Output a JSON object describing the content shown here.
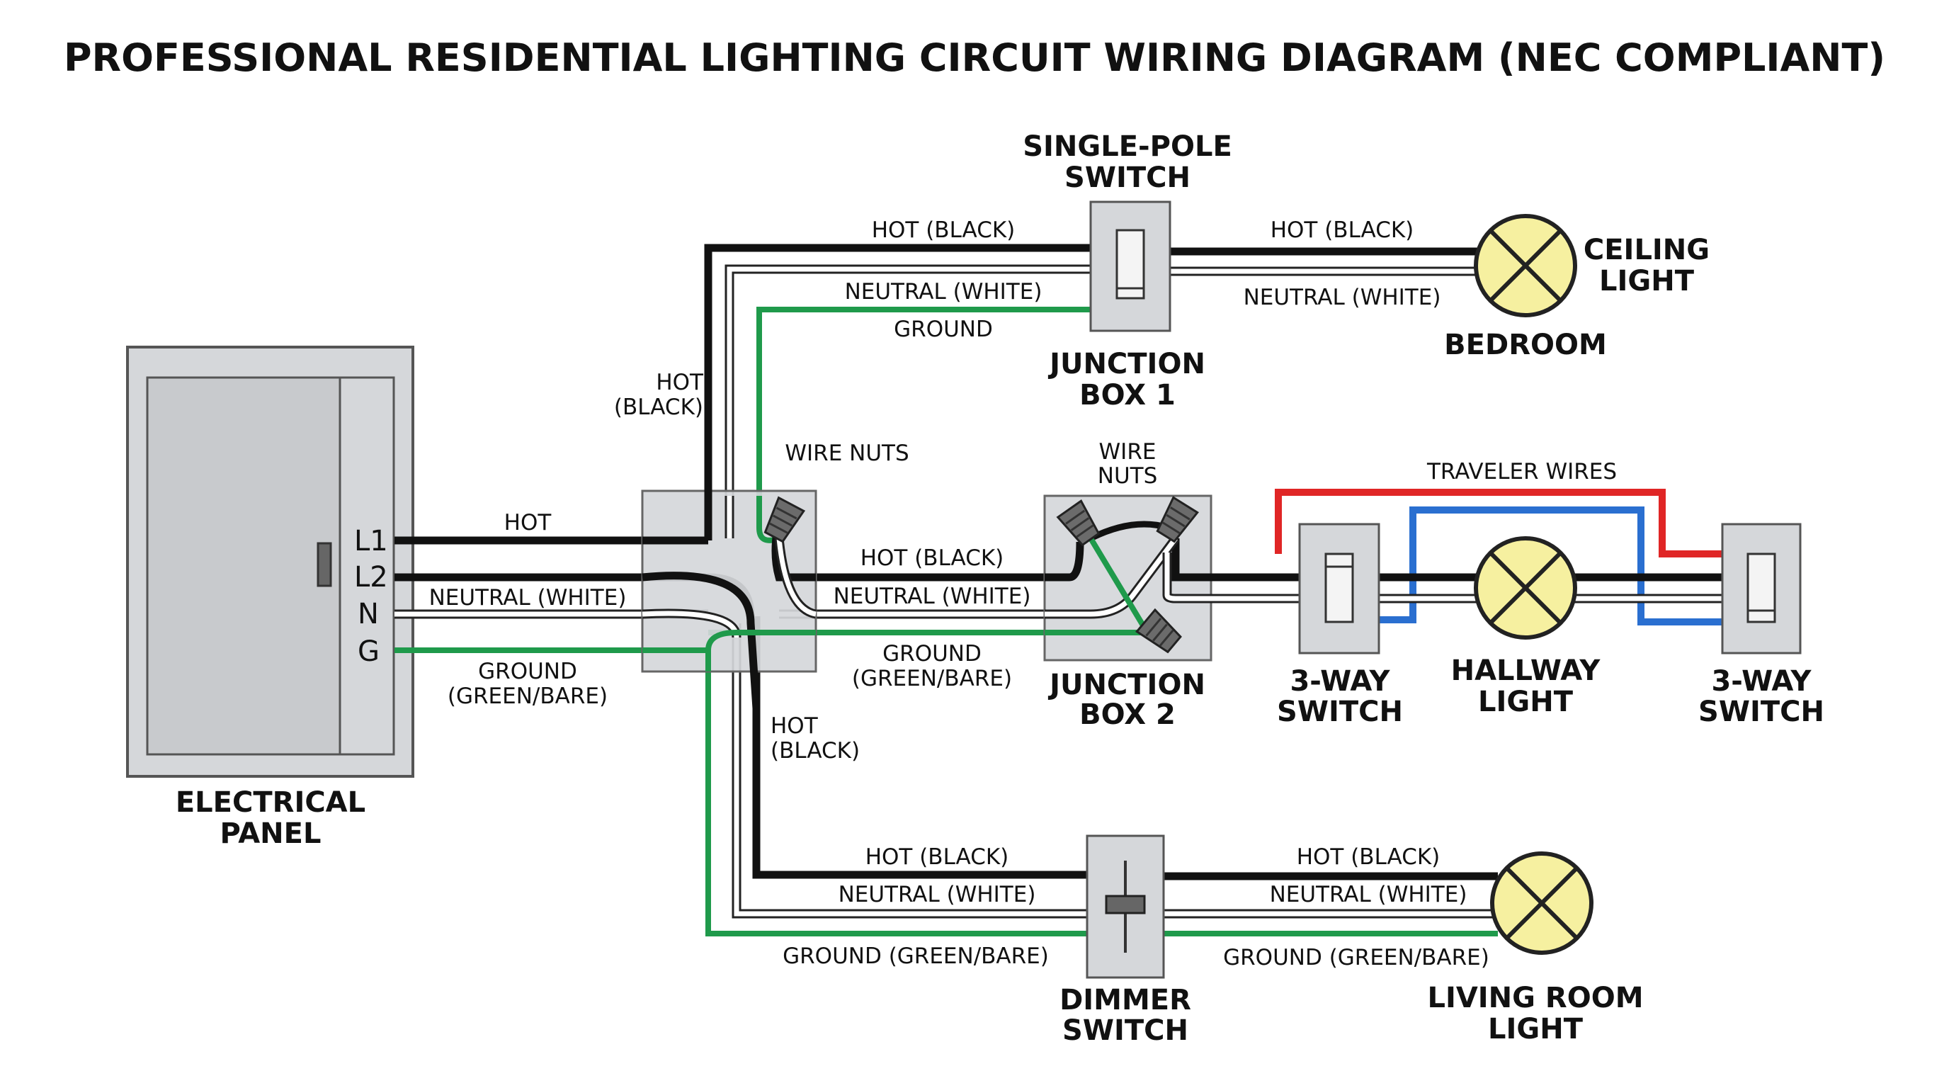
{
  "title": "PROFESSIONAL RESIDENTIAL LIGHTING CIRCUIT WIRING DIAGRAM (NEC COMPLIANT)",
  "colors": {
    "hot": "#111111",
    "neutral": "#ffffff",
    "ground": "#1f9a4b",
    "traveler_red": "#e02626",
    "traveler_blue": "#2a6fd0",
    "lamp_fill": "#f6f0a0",
    "box_fill": "#d5d7da"
  },
  "panel": {
    "label_line1": "ELECTRICAL",
    "label_line2": "PANEL",
    "terminals": [
      "L1",
      "L2",
      "N",
      "G"
    ]
  },
  "main_feed": {
    "hot": "HOT",
    "neutral": "NEUTRAL (WHITE)",
    "ground_line1": "GROUND",
    "ground_line2": "(GREEN/BARE)"
  },
  "riser_up": {
    "line1": "HOT",
    "line2": "(BLACK)"
  },
  "riser_down": {
    "line1": "HOT",
    "line2": "(BLACK)"
  },
  "wire_nuts_left": "WIRE NUTS",
  "wire_nuts_jb2": {
    "line1": "WIRE",
    "line2": "NUTS"
  },
  "top_branch": {
    "hot": "HOT (BLACK)",
    "neutral": "NEUTRAL (WHITE)",
    "ground": "GROUND",
    "switch_line1": "SINGLE-POLE",
    "switch_line2": "SWITCH",
    "jb_line1": "JUNCTION",
    "jb_line2": "BOX 1",
    "out_hot": "HOT (BLACK)",
    "out_neutral": "NEUTRAL (WHITE)",
    "light_line1": "CEILING",
    "light_line2": "LIGHT",
    "room": "BEDROOM"
  },
  "middle_branch": {
    "hot": "HOT (BLACK)",
    "neutral": "NEUTRAL (WHITE)",
    "ground_line1": "GROUND",
    "ground_line2": "(GREEN/BARE)",
    "jb_line1": "JUNCTION",
    "jb_line2": "BOX 2",
    "traveler": "TRAVELER WIRES",
    "switch_a_line1": "3-WAY",
    "switch_a_line2": "SWITCH",
    "light_line1": "HALLWAY",
    "light_line2": "LIGHT",
    "switch_b_line1": "3-WAY",
    "switch_b_line2": "SWITCH"
  },
  "bottom_branch": {
    "hot": "HOT (BLACK)",
    "neutral": "NEUTRAL (WHITE)",
    "ground": "GROUND (GREEN/BARE)",
    "switch_line1": "DIMMER",
    "switch_line2": "SWITCH",
    "out_hot": "HOT (BLACK)",
    "out_neutral": "NEUTRAL (WHITE)",
    "out_ground": "GROUND (GREEN/BARE)",
    "light_line1": "LIVING ROOM",
    "light_line2": "LIGHT"
  }
}
